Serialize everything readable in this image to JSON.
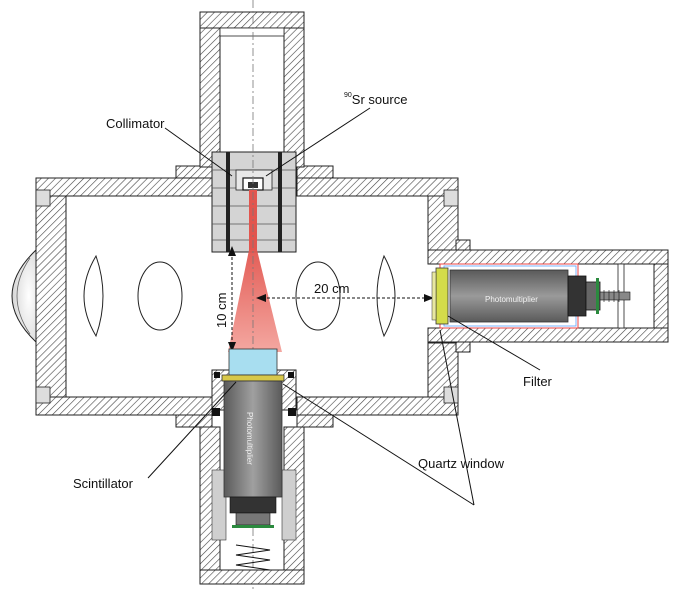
{
  "labels": {
    "collimator": "Collimator",
    "source_sup": "90",
    "source": "Sr source",
    "distance_vertical": "10 cm",
    "distance_horizontal": "20 cm",
    "filter": "Filter",
    "quartz_window": "Quartz window",
    "scintillator": "Scintillator",
    "pmt_side": "Photomultiplier",
    "pmt_bottom": "Photomultiplier"
  },
  "colors": {
    "beam": "#f08a82",
    "scintillator": "#a8def0",
    "filter": "#d4dc4a",
    "quartz": "#d8c84a",
    "pmt_body": "#7a7a7a",
    "hatch": "#555555"
  }
}
